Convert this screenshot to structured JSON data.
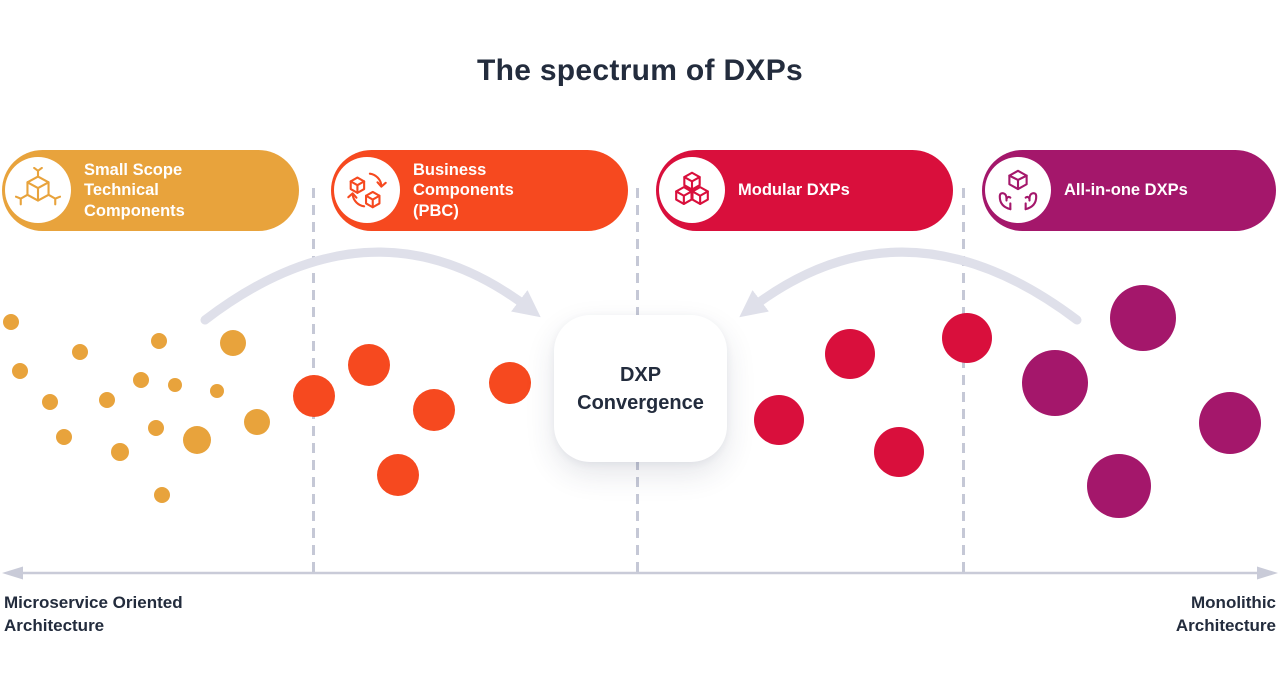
{
  "title": "The spectrum of DXPs",
  "colors": {
    "navy": "#232C3D",
    "gold": "#E8A33C",
    "orange": "#F6491F",
    "red": "#D90F3C",
    "magenta": "#A4176B",
    "arrow_gray": "#DFE0EA",
    "line_gray": "#C5C8D6",
    "axis_gray": "#C9CBD8",
    "background": "#FFFFFF"
  },
  "pills": [
    {
      "label": "Small Scope\nTechnical\nComponents",
      "color": "#E8A33C",
      "icon": "cube-axes-icon"
    },
    {
      "label": "Business\nComponents\n(PBC)",
      "color": "#F6491F",
      "icon": "exchange-cubes-icon"
    },
    {
      "label": "Modular DXPs",
      "color": "#D90F3C",
      "icon": "stacked-cubes-icon"
    },
    {
      "label": "All-in-one DXPs",
      "color": "#A4176B",
      "icon": "hands-cube-icon"
    }
  ],
  "center_box": {
    "label": "DXP\nConvergence"
  },
  "axis": {
    "left_label": "Microservice Oriented\nArchitecture",
    "right_label": "Monolithic\nArchitecture"
  },
  "dots": {
    "groups": [
      {
        "name": "small-scope-dot",
        "color": "#E8A33C",
        "points": [
          [
            11,
            322,
            8
          ],
          [
            80,
            352,
            8
          ],
          [
            20,
            371,
            8
          ],
          [
            159,
            341,
            8
          ],
          [
            233,
            343,
            13
          ],
          [
            141,
            380,
            8
          ],
          [
            175,
            385,
            7
          ],
          [
            217,
            391,
            7
          ],
          [
            50,
            402,
            8
          ],
          [
            107,
            400,
            8
          ],
          [
            64,
            437,
            8
          ],
          [
            120,
            452,
            9
          ],
          [
            156,
            428,
            8
          ],
          [
            197,
            440,
            14
          ],
          [
            257,
            422,
            13
          ],
          [
            162,
            495,
            8
          ]
        ]
      },
      {
        "name": "pbc-dot",
        "color": "#F6491F",
        "points": [
          [
            314,
            396,
            21
          ],
          [
            369,
            365,
            21
          ],
          [
            434,
            410,
            21
          ],
          [
            510,
            383,
            21
          ],
          [
            398,
            475,
            21
          ]
        ]
      },
      {
        "name": "modular-dot",
        "color": "#D90F3C",
        "points": [
          [
            850,
            354,
            25
          ],
          [
            967,
            338,
            25
          ],
          [
            779,
            420,
            25
          ],
          [
            899,
            452,
            25
          ]
        ]
      },
      {
        "name": "all-in-one-dot",
        "color": "#A4176B",
        "points": [
          [
            1143,
            318,
            33
          ],
          [
            1055,
            383,
            33
          ],
          [
            1230,
            423,
            31
          ],
          [
            1119,
            486,
            32
          ]
        ]
      }
    ]
  }
}
